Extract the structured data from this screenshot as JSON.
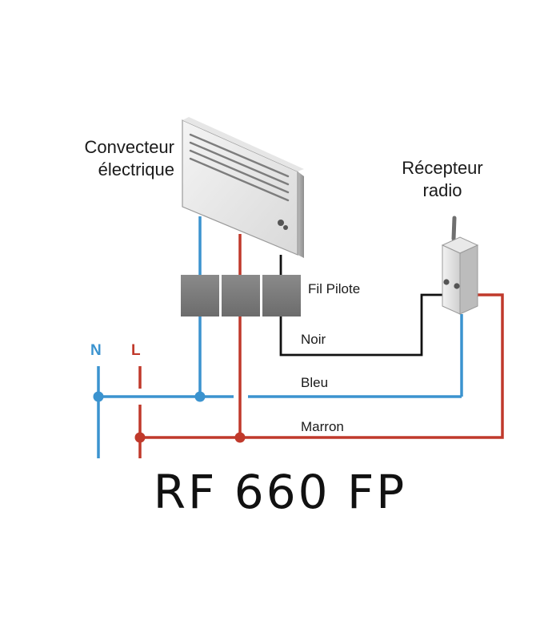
{
  "labels": {
    "convector": "Convecteur\nélectrique",
    "receiver": "Récepteur\nradio",
    "pilot_wire": "Fil Pilote",
    "wire_black": "Noir",
    "wire_blue": "Bleu",
    "wire_brown": "Marron",
    "neutral": "N",
    "live": "L",
    "model": "RF 660 FP"
  },
  "colors": {
    "neutral_blue": "#3b93cf",
    "live_red": "#c0392b",
    "pilot_black": "#111111",
    "connector_grey": "#7a7a7a"
  }
}
